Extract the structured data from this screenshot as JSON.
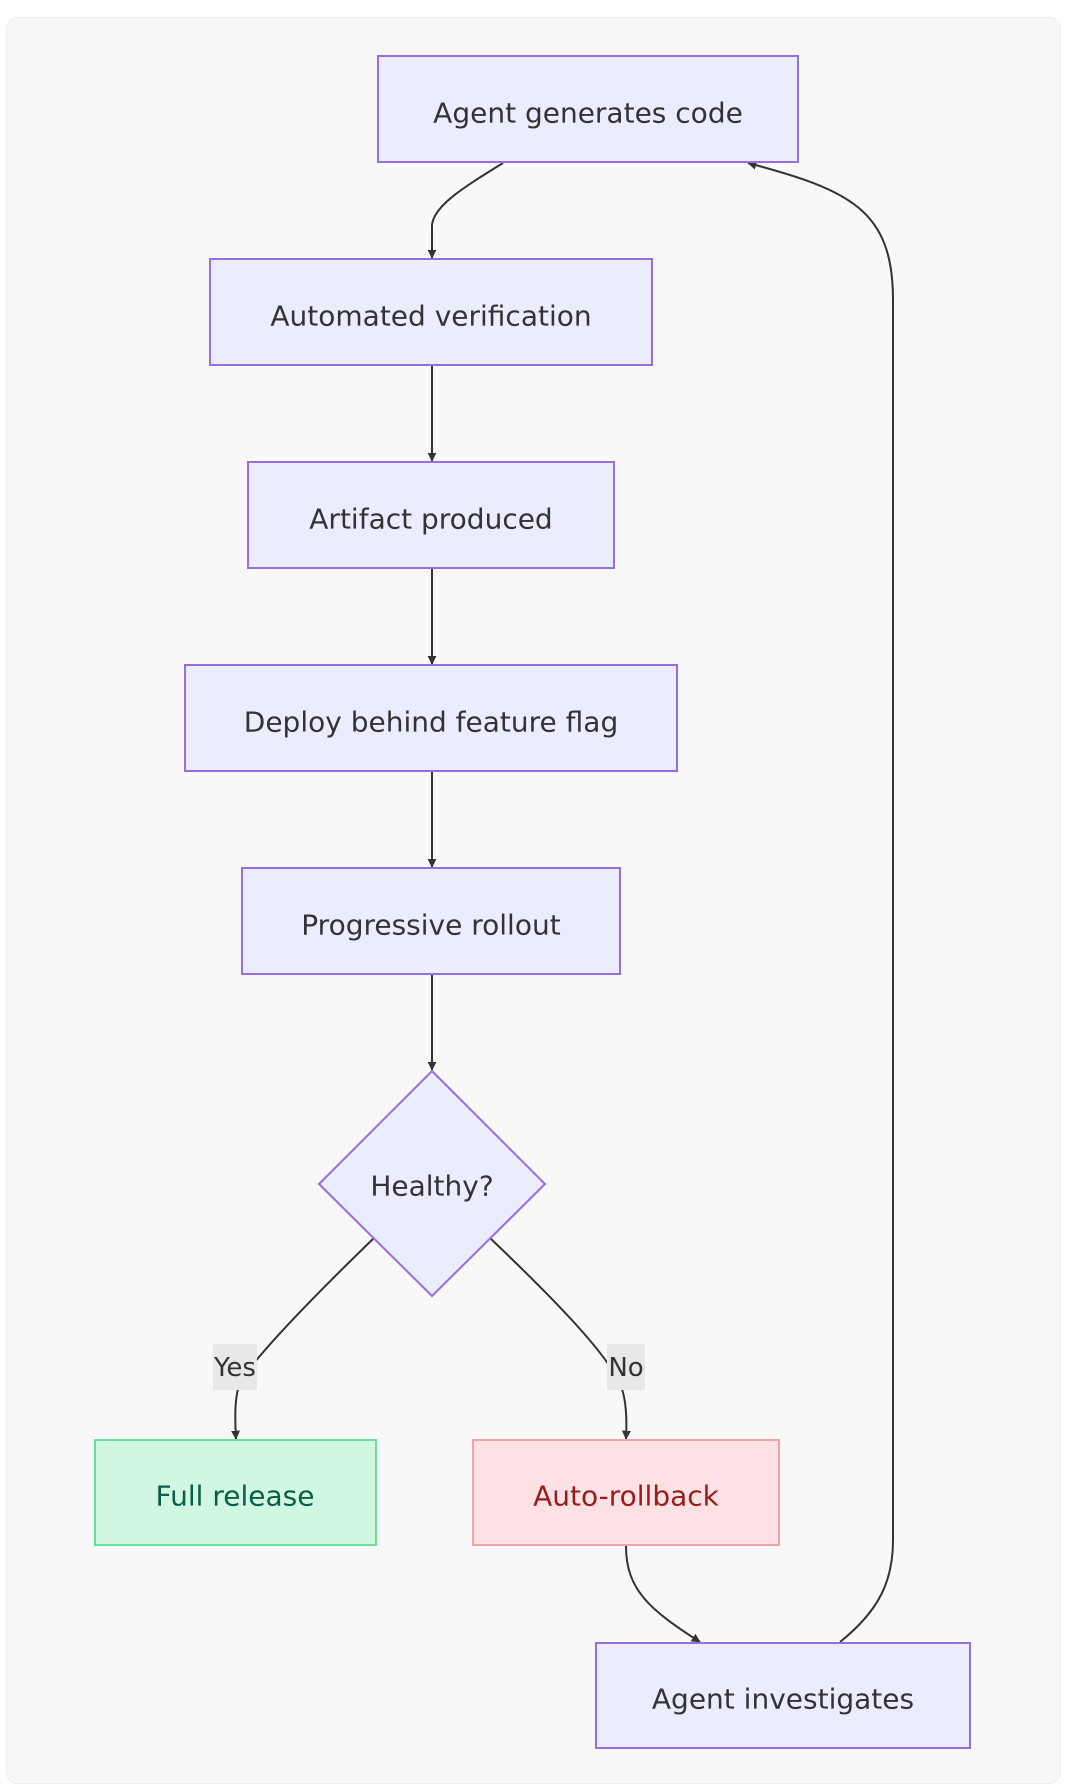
{
  "diagram": {
    "nodes": {
      "agent_generates": {
        "label": "Agent generates code"
      },
      "automated_verification": {
        "label": "Automated verification"
      },
      "artifact_produced": {
        "label": "Artifact produced"
      },
      "deploy_flag": {
        "label": "Deploy behind feature flag"
      },
      "progressive_rollout": {
        "label": "Progressive rollout"
      },
      "healthy": {
        "label": "Healthy?"
      },
      "full_release": {
        "label": "Full release"
      },
      "auto_rollback": {
        "label": "Auto-rollback"
      },
      "agent_investigates": {
        "label": "Agent investigates"
      }
    },
    "edges": {
      "yes": {
        "label": "Yes"
      },
      "no": {
        "label": "No"
      }
    },
    "colors": {
      "default_fill": "#ececff",
      "default_stroke": "#9370db",
      "success_fill": "#d1f7e3",
      "success_stroke": "#6fdca0",
      "success_text": "#065f46",
      "danger_fill": "#fde1e4",
      "danger_stroke": "#f2a3a7",
      "danger_text": "#991b1b",
      "edge": "#333333"
    }
  }
}
